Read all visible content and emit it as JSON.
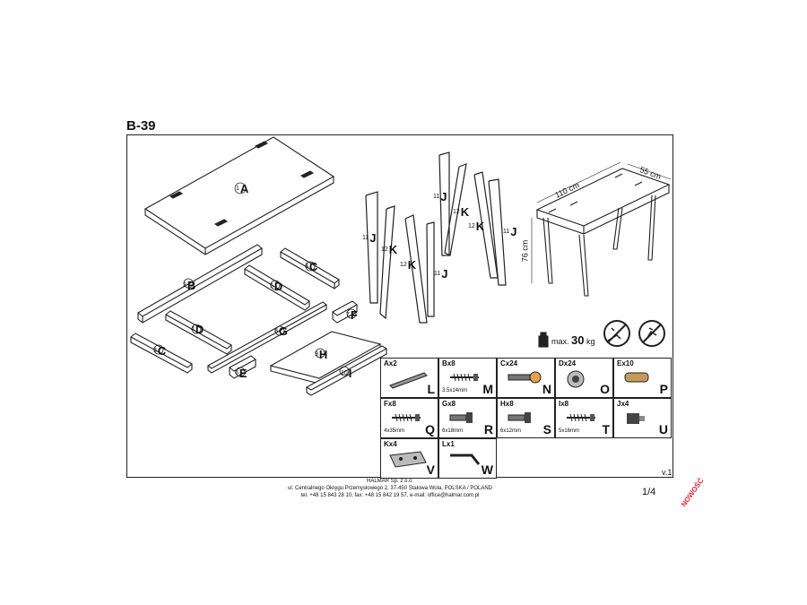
{
  "header": {
    "model": "B-39"
  },
  "parts": [
    {
      "num": "1",
      "letter": "A"
    },
    {
      "num": "2",
      "letter": "B"
    },
    {
      "num": "3",
      "letter": "C"
    },
    {
      "num": "3",
      "letter": "C"
    },
    {
      "num": "4",
      "letter": "D"
    },
    {
      "num": "5",
      "letter": "D"
    },
    {
      "num": "6",
      "letter": "E"
    },
    {
      "num": "7",
      "letter": "F"
    },
    {
      "num": "8",
      "letter": "G"
    },
    {
      "num": "9",
      "letter": "H"
    },
    {
      "num": "10",
      "letter": "I"
    },
    {
      "num": "11",
      "letter": "J"
    },
    {
      "num": "11",
      "letter": "J"
    },
    {
      "num": "11",
      "letter": "J"
    },
    {
      "num": "11",
      "letter": "J"
    },
    {
      "num": "12",
      "letter": "K"
    },
    {
      "num": "12",
      "letter": "K"
    },
    {
      "num": "12",
      "letter": "K"
    },
    {
      "num": "12",
      "letter": "K"
    }
  ],
  "dimensions": {
    "width": "110 cm",
    "depth": "55 cm",
    "height": "76 cm"
  },
  "load": {
    "prefix": "max.",
    "value": "30",
    "unit": "kg"
  },
  "hardware": [
    {
      "code": "Ax2",
      "size": "",
      "letter": "L",
      "icon": "drawer-slide-icon"
    },
    {
      "code": "Bx8",
      "size": "3.5x14mm",
      "letter": "M",
      "icon": "screw-icon"
    },
    {
      "code": "Cx24",
      "size": "",
      "letter": "N",
      "icon": "cam-bolt-icon"
    },
    {
      "code": "Dx24",
      "size": "",
      "letter": "O",
      "icon": "cam-lock-icon"
    },
    {
      "code": "Ex10",
      "size": "",
      "letter": "P",
      "icon": "dowel-icon"
    },
    {
      "code": "Fx8",
      "size": "4x35mm",
      "letter": "Q",
      "icon": "screw-icon"
    },
    {
      "code": "Gx8",
      "size": "6x18mm",
      "letter": "R",
      "icon": "bolt-icon"
    },
    {
      "code": "Hx8",
      "size": "6x12mm",
      "letter": "S",
      "icon": "bolt-icon"
    },
    {
      "code": "Ix8",
      "size": "5x16mm",
      "letter": "T",
      "icon": "screw-icon"
    },
    {
      "code": "Jx4",
      "size": "",
      "letter": "U",
      "icon": "foot-glide-icon"
    },
    {
      "code": "Kx4",
      "size": "",
      "letter": "V",
      "icon": "bracket-plate-icon"
    },
    {
      "code": "Lx1",
      "size": "",
      "letter": "W",
      "icon": "allen-key-icon"
    }
  ],
  "version": "v.1",
  "footer": {
    "company": "HALMAR Sp. z o.o.",
    "address": "ul. Centralnego Okręgu Przemysłowego 2, 37-450 Stalowa Wola, POLSKA / POLAND",
    "contact": "tel. +48 15 843 28 10, fax: +48 15 842 19 57, e-mail: office@halmar.com.pl"
  },
  "page": "1/4",
  "badge": "NOWOŚĆ",
  "colors": {
    "line": "#222222",
    "badge": "#e22233"
  }
}
